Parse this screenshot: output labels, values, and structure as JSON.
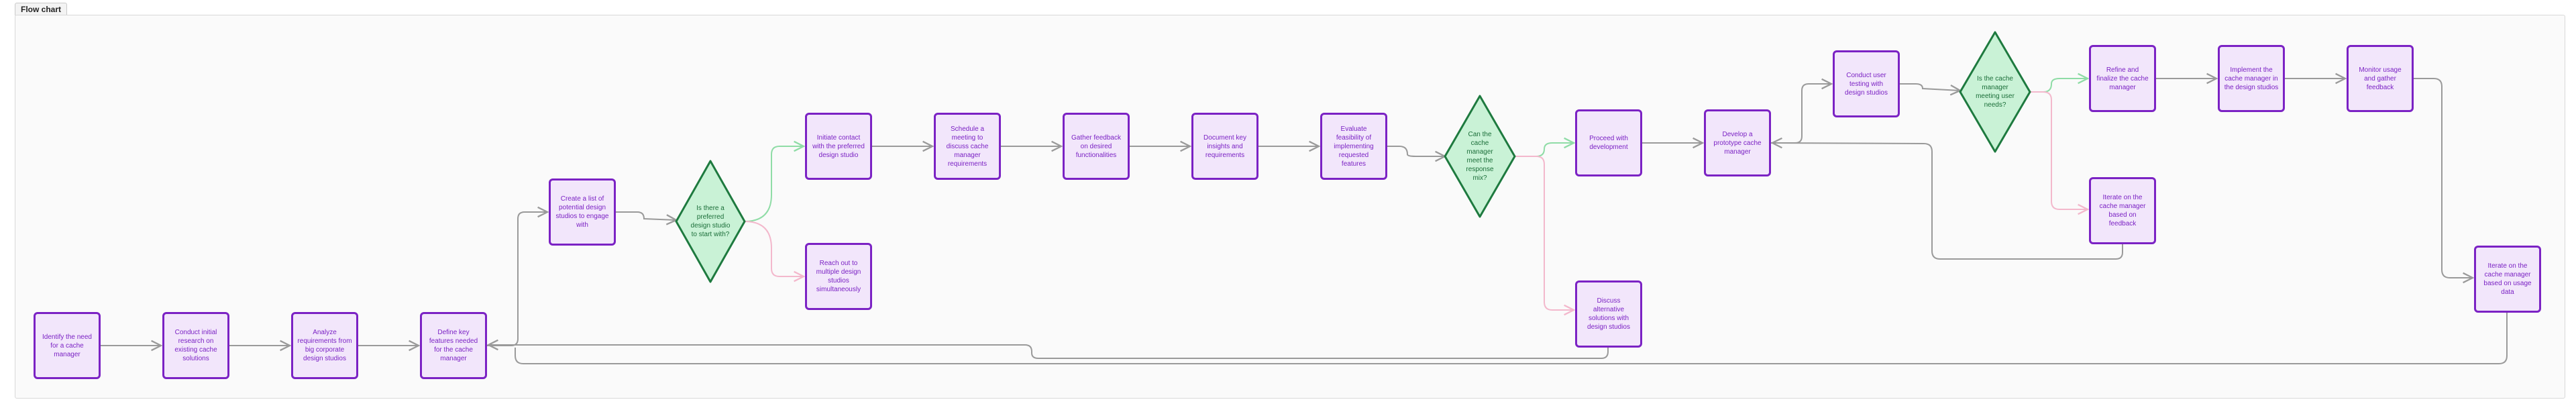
{
  "tab_title": "Flow chart",
  "nodes": {
    "identify_need": "Identify the need for a cache manager",
    "initial_research": "Conduct initial research on existing cache solutions",
    "analyze_requirements": "Analyze requirements from big corporate design studios",
    "define_features": "Define key features needed for the cache manager",
    "create_list": "Create a list of potential design studios to engage with",
    "initiate_contact": "Initiate contact with the preferred design studio",
    "reach_out": "Reach out to multiple design studios simultaneously",
    "schedule_meeting": "Schedule a meeting to discuss cache manager requirements",
    "gather_feedback": "Gather feedback on desired functionalities",
    "document_insights": "Document key insights and requirements",
    "evaluate_feasibility": "Evaluate feasibility of implementing requested features",
    "proceed_development": "Proceed with development",
    "discuss_alternatives": "Discuss alternative solutions with design studios",
    "develop_prototype": "Develop a prototype cache manager",
    "user_testing": "Conduct user testing with design studios",
    "refine_finalize": "Refine and finalize the cache manager",
    "iterate_feedback": "Iterate on the cache manager based on feedback",
    "implement": "Implement the cache manager in the design studios",
    "monitor_usage": "Monitor usage and gather feedback",
    "iterate_usage": "Iterate on the cache manager based on usage data"
  },
  "decisions": {
    "preferred_studio": "Is there a preferred design studio to start with?",
    "meet_response": "Can the cache manager meet the response mix?",
    "meeting_needs": "Is the cache manager meeting user needs?"
  },
  "colors": {
    "node_fill": "#f2e6fb",
    "node_border": "#7b22c4",
    "decision_fill": "#c9f2d6",
    "decision_border": "#1e7a3f",
    "edge": "#9a9a9a",
    "edge_yes": "#8fdca6",
    "edge_no": "#f3b8cc"
  }
}
